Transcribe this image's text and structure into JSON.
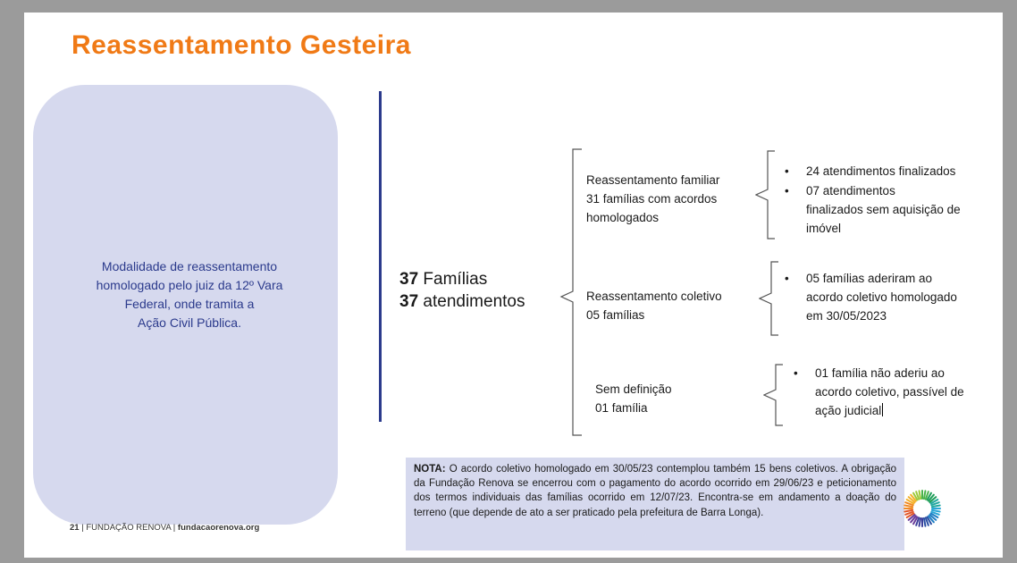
{
  "title": "Reassentamento Gesteira",
  "panel_text": [
    "Modalidade de reassentamento",
    "homologado pelo juiz da 12º Vara",
    "Federal, onde tramita a",
    "Ação Civil Pública."
  ],
  "main": {
    "line1_bold": "37",
    "line1_rest": " Famílias",
    "line2_bold": "37",
    "line2_rest": " atendimentos"
  },
  "branches": [
    {
      "label_lines": [
        "Reassentamento familiar",
        "31 famílias com acordos",
        " homologados"
      ],
      "bullets": [
        [
          "24 atendimentos finalizados"
        ],
        [
          "07   atendimentos",
          "finalizados sem aquisição de",
          "imóvel"
        ]
      ]
    },
    {
      "label_lines": [
        "Reassentamento coletivo",
        "05 famílias"
      ],
      "bullets": [
        [
          "05 famílias aderiram ao",
          "acordo coletivo homologado",
          "em 30/05/2023"
        ]
      ]
    },
    {
      "label_lines": [
        "Sem definição",
        "01 família"
      ],
      "bullets": [
        [
          "01 família não aderiu ao",
          "acordo coletivo, passível de",
          "ação judicial"
        ]
      ]
    }
  ],
  "bullet_char": "•",
  "nota": {
    "label": "NOTA:",
    "text": " O acordo coletivo homologado em 30/05/23 contemplou também 15 bens coletivos. A obrigação da Fundação Renova se encerrou com o pagamento do acordo ocorrido em 29/06/23 e peticionamento dos termos individuais das famílias ocorrido em 12/07/23. Encontra-se em andamento a doação do terreno (que depende de ato a ser praticado pela prefeitura de Barra Longa)."
  },
  "footer": {
    "page": "21",
    "sep": " | ",
    "org": "FUNDAÇÃO RENOVA",
    "url": "fundacaorenova.org"
  },
  "colors": {
    "title": "#f07a16",
    "accent": "#2b3a8c",
    "panel": "#d6d9ee"
  },
  "logo_icon": "fundacao-renova-logo-icon"
}
